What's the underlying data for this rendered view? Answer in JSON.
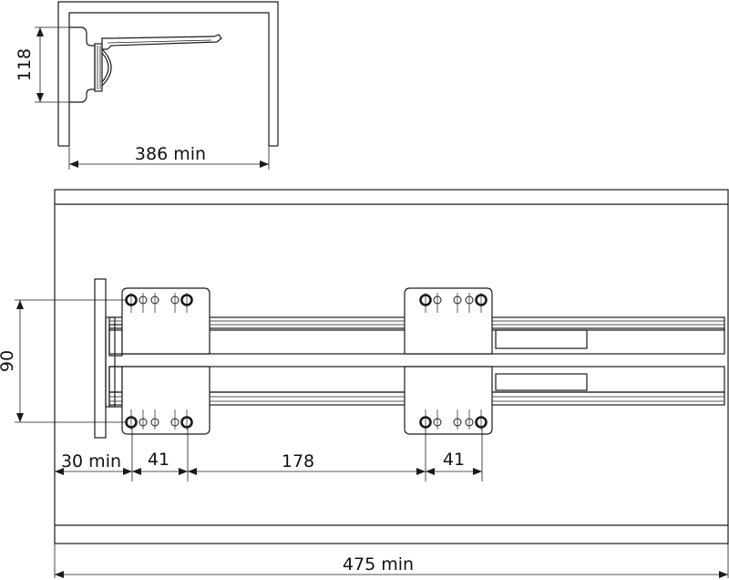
{
  "dimensions": {
    "top_view_height": "118",
    "top_view_width": "386 min",
    "rail_spacing": "90",
    "front_offset": "30 min",
    "hole_pitch_front": "41",
    "bracket_spacing": "178",
    "hole_pitch_rear": "41",
    "overall_depth": "475 min"
  }
}
